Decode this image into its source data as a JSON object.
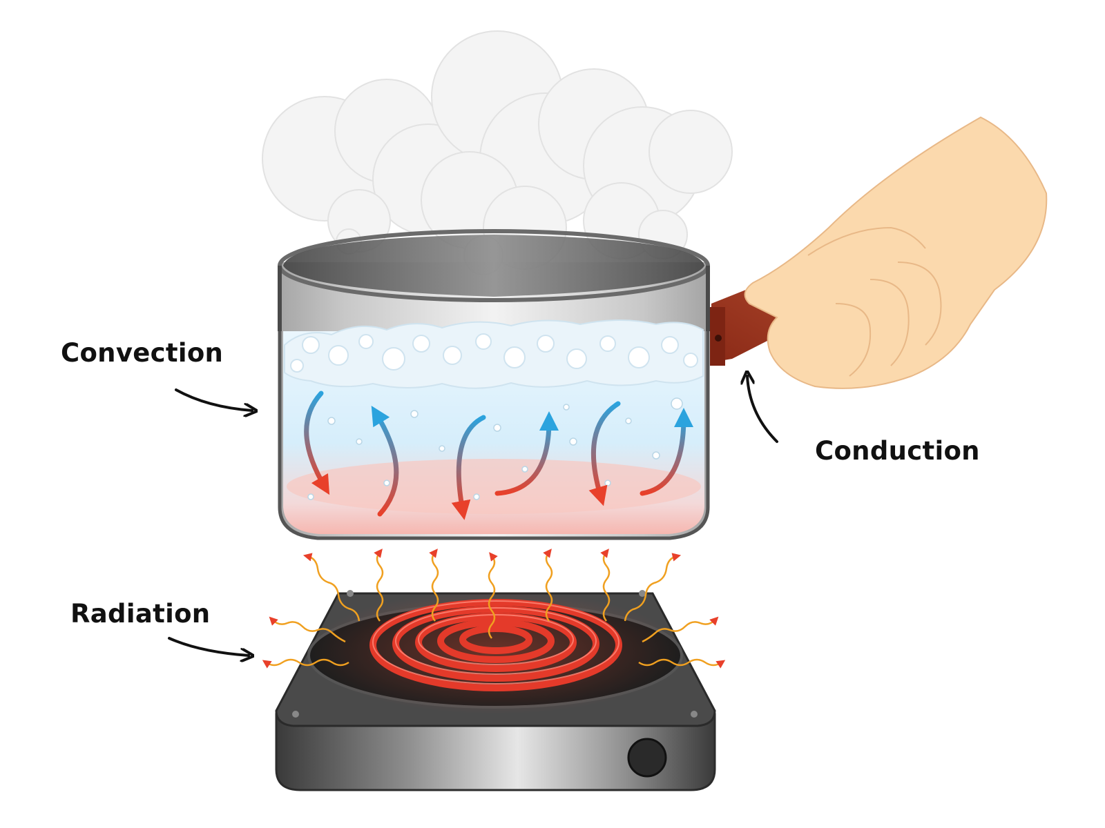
{
  "labels": {
    "convection": "Convection",
    "conduction": "Conduction",
    "radiation": "Radiation"
  },
  "colors": {
    "hot_arrow": "#e8402a",
    "cool_arrow": "#2ba3de",
    "coil": "#e43a2a",
    "handle": "#a8321d",
    "skin": "#fbd9ad",
    "wave": "#f0a020",
    "steam": "#f2f2f2"
  }
}
